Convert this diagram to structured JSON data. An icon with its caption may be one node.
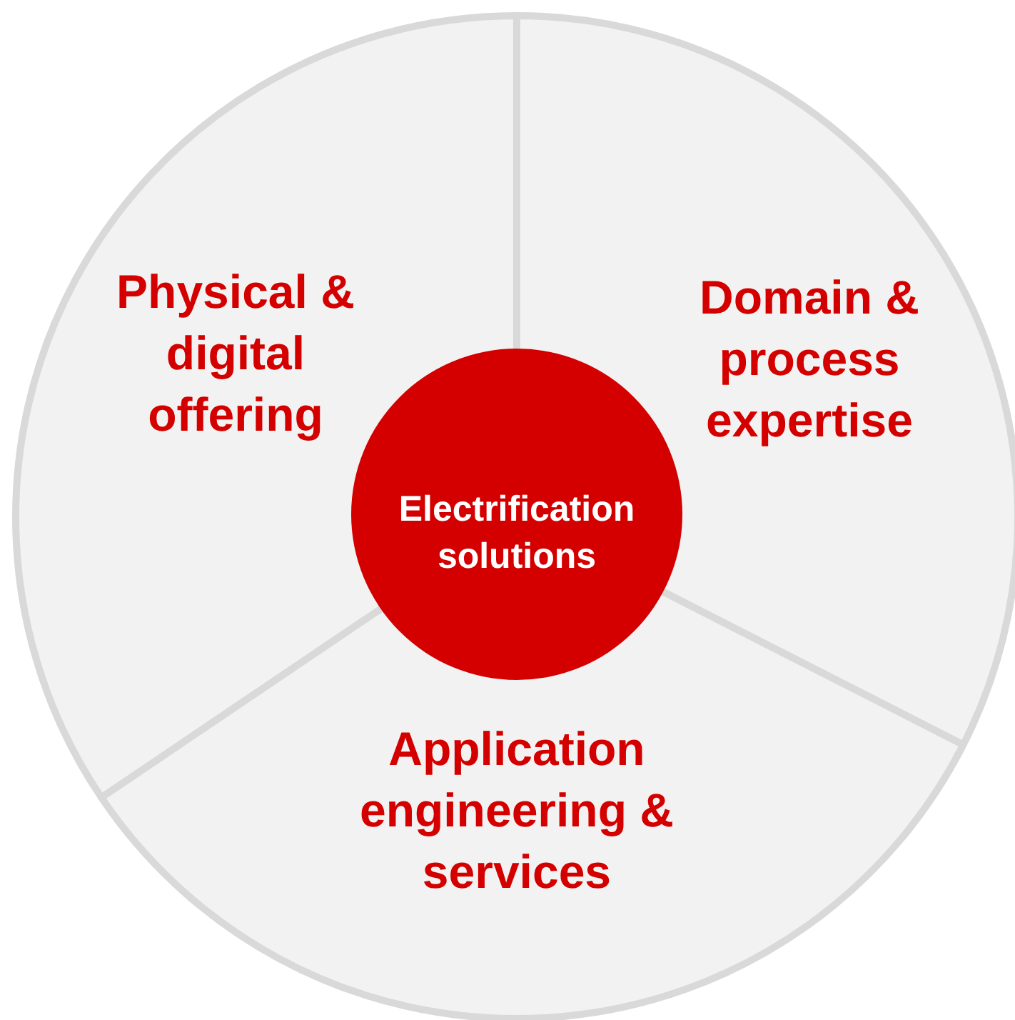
{
  "diagram": {
    "nodes": [
      {
        "text": [
          "Physical & digital offering"
        ]
      },
      {
        "text": [
          "Domain & process expertise"
        ]
      },
      {
        "text": [
          "Application engineering & services"
        ]
      },
      {
        "text": [
          "Electrification solutions"
        ]
      }
    ]
  }
}
